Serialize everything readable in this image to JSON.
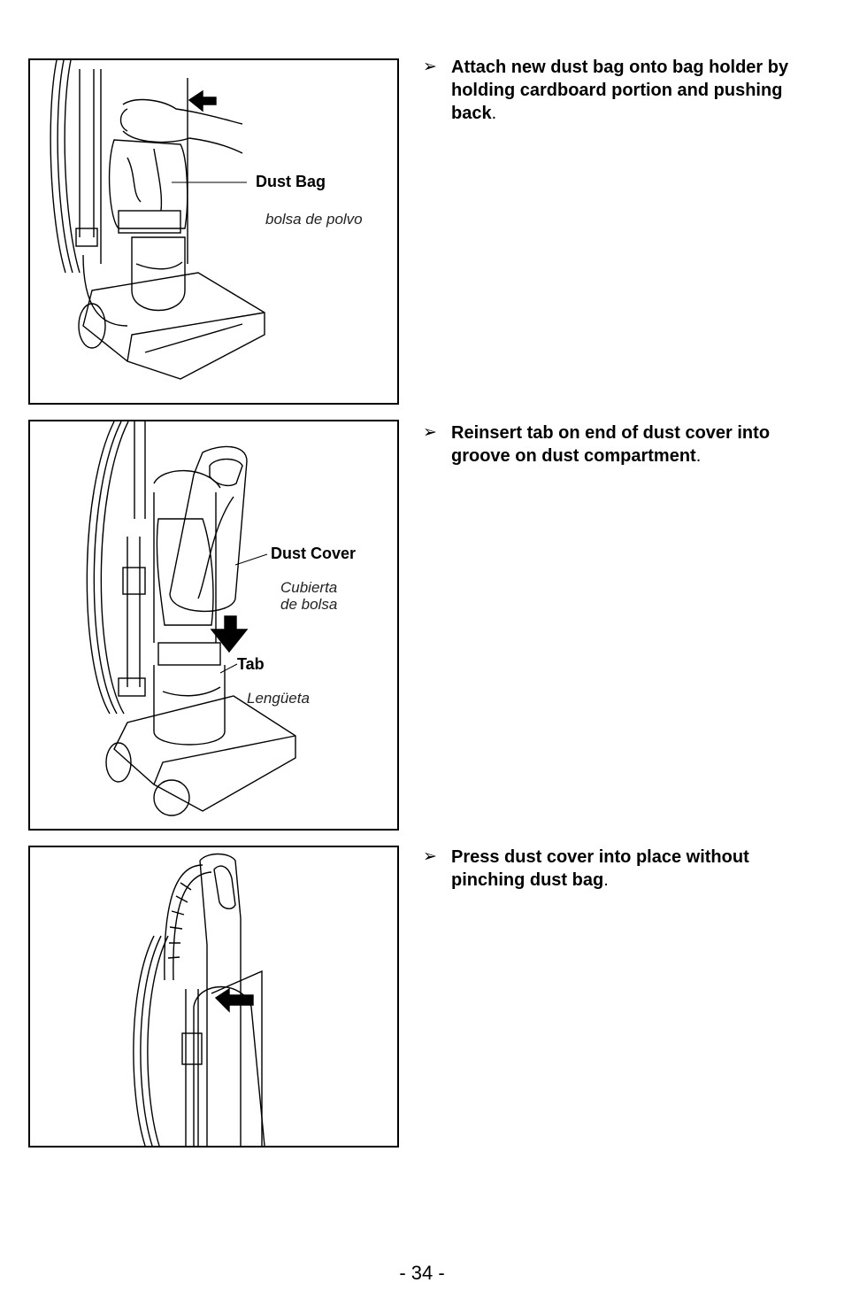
{
  "steps": [
    {
      "bullet": "➢",
      "text": "Attach new dust bag onto bag holder by holding cardboard portion and pushing back",
      "period": "."
    },
    {
      "bullet": "➢",
      "text": "Reinsert tab on end of dust cover into groove on dust compartment",
      "period": "."
    },
    {
      "bullet": "➢",
      "text": "Press dust cover into place without pinching dust bag",
      "period": "."
    }
  ],
  "figures": {
    "fig1": {
      "label_en": "Dust Bag",
      "label_es": "bolsa de polvo"
    },
    "fig2": {
      "label1_en": "Dust Cover",
      "label1_es_line1": "Cubierta",
      "label1_es_line2": "de bolsa",
      "label2_en": "Tab",
      "label2_es": "Lengüeta"
    }
  },
  "page_number": "- 34 -"
}
